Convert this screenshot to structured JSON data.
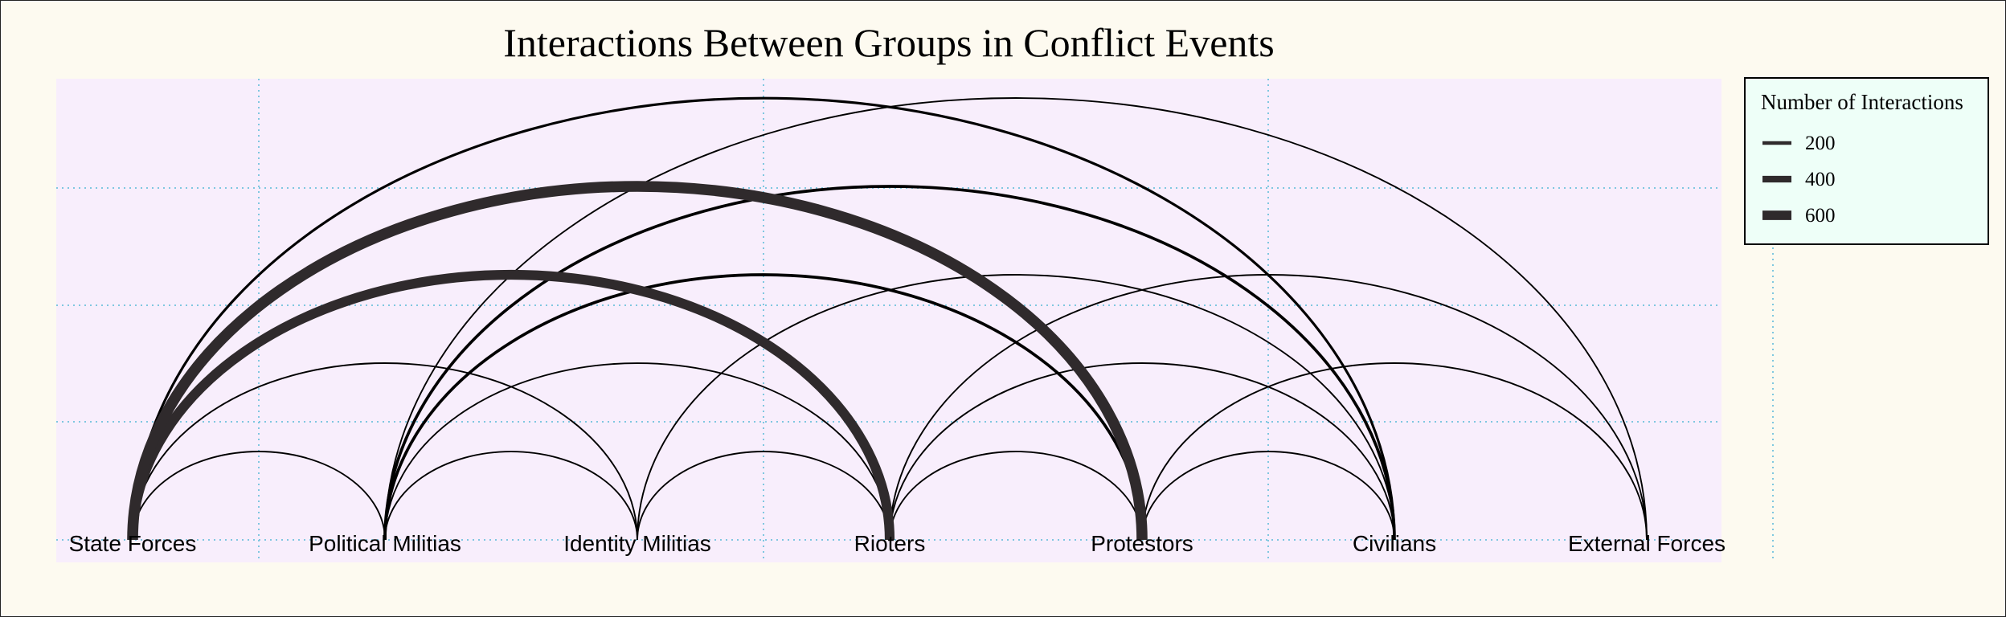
{
  "chart_data": {
    "type": "arc",
    "title": "Interactions Between Groups in Conflict Events",
    "nodes": [
      "State Forces",
      "Political Militias",
      "Identity Militias",
      "Rioters",
      "Protestors",
      "Civilians",
      "External Forces"
    ],
    "edges": [
      {
        "from": "State Forces",
        "to": "Political Militias",
        "value": 50
      },
      {
        "from": "State Forces",
        "to": "Identity Militias",
        "value": 50
      },
      {
        "from": "State Forces",
        "to": "Rioters",
        "value": 620
      },
      {
        "from": "State Forces",
        "to": "Protestors",
        "value": 700
      },
      {
        "from": "State Forces",
        "to": "Civilians",
        "value": 120
      },
      {
        "from": "Political Militias",
        "to": "Identity Militias",
        "value": 50
      },
      {
        "from": "Political Militias",
        "to": "Rioters",
        "value": 50
      },
      {
        "from": "Political Militias",
        "to": "Protestors",
        "value": 150
      },
      {
        "from": "Political Militias",
        "to": "Civilians",
        "value": 150
      },
      {
        "from": "Political Militias",
        "to": "External Forces",
        "value": 50
      },
      {
        "from": "Identity Militias",
        "to": "Rioters",
        "value": 50
      },
      {
        "from": "Identity Militias",
        "to": "Civilians",
        "value": 50
      },
      {
        "from": "Rioters",
        "to": "Protestors",
        "value": 50
      },
      {
        "from": "Rioters",
        "to": "Civilians",
        "value": 50
      },
      {
        "from": "Rioters",
        "to": "External Forces",
        "value": 50
      },
      {
        "from": "Protestors",
        "to": "Civilians",
        "value": 50
      },
      {
        "from": "Protestors",
        "to": "External Forces",
        "value": 50
      }
    ],
    "legend": {
      "title": "Number of Interactions",
      "entries": [
        {
          "label": "200",
          "value": 200
        },
        {
          "label": "400",
          "value": 400
        },
        {
          "label": "600",
          "value": 600
        }
      ],
      "placement": "right"
    },
    "grid": true,
    "edge_color": "#000000",
    "thick_edge_color": "#2f2a2c",
    "panel_background": "#f8eefc",
    "legend_background": "#eefff8",
    "page_background": "#fdfaf0",
    "grid_color": "#7fc7e0"
  }
}
